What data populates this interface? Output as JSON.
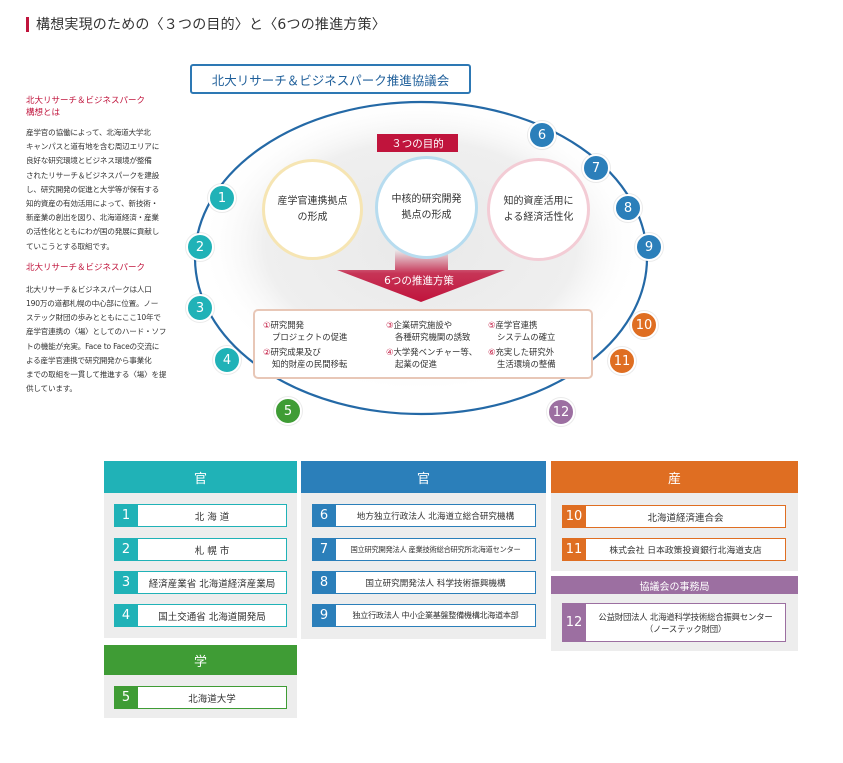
{
  "title": "構想実現のための〈３つの目的〉と〈6つの推進方策〉",
  "sidebar": {
    "heading1_line1": "北大リサーチ＆ビジネスパーク",
    "heading1_line2": "構想とは",
    "para1": [
      "産学官の協働によって、北海道大学北",
      "キャンパスと道有地を含む周辺エリアに",
      "良好な研究環境とビジネス環境が整備",
      "されたリサーチ＆ビジネスパークを建設",
      "し、研究開発の促進と大学等が保有する",
      "知的資産の有効活用によって、新技術・",
      "新産業の創出を図り、北海道経済・産業",
      "の活性化とともにわが国の発展に貢献し",
      "ていこうとする取組です。"
    ],
    "heading2": "北大リサーチ＆ビジネスパーク",
    "para2": [
      "北大リサーチ＆ビジネスパークは人口",
      "190万の道都札幌の中心部に位置。ノー",
      "ステック財団の歩みとともにここ10年で",
      "産学官連携の〈場〉としてのハード・ソフ",
      "トの機能が充実。Face to Faceの交流に",
      "よる産学官連携で研究開発から事業化",
      "までの取組を一貫して推進する〈場〉を提",
      "供しています。"
    ]
  },
  "diagram": {
    "council_label": "北大リサーチ＆ビジネスパーク推進協議会",
    "purpose_label": "３つの目的",
    "goals": [
      {
        "line1": "産学官連携拠点",
        "line2": "の形成"
      },
      {
        "line1": "中核的研究開発",
        "line2": "拠点の形成"
      },
      {
        "line1": "知的資産活用に",
        "line2": "よる経済活性化"
      }
    ],
    "measures_label": "6つの推進方策",
    "measures": [
      {
        "num": "①",
        "line1": "研究開発",
        "line2": "プロジェクトの促進"
      },
      {
        "num": "②",
        "line1": "研究成果及び",
        "line2": "知的財産の民間移転"
      },
      {
        "num": "③",
        "line1": "企業研究施設や",
        "line2": "各種研究機関の誘致"
      },
      {
        "num": "④",
        "line1": "大学発ベンチャー等、",
        "line2": "起業の促進"
      },
      {
        "num": "⑤",
        "line1": "産学官連携",
        "line2": "システムの確立"
      },
      {
        "num": "⑥",
        "line1": "充実した研究外",
        "line2": "生活環境の整備"
      }
    ],
    "circles": [
      "1",
      "2",
      "3",
      "4",
      "5",
      "6",
      "7",
      "8",
      "9",
      "10",
      "11",
      "12"
    ]
  },
  "panels": {
    "kan1": {
      "header": "官",
      "rows": [
        {
          "num": "1",
          "label": "北 海 道"
        },
        {
          "num": "2",
          "label": "札 幌 市"
        },
        {
          "num": "3",
          "label": "経済産業省 北海道経済産業局"
        },
        {
          "num": "4",
          "label": "国土交通省 北海道開発局"
        }
      ]
    },
    "gaku": {
      "header": "学",
      "rows": [
        {
          "num": "5",
          "label": "北海道大学"
        }
      ]
    },
    "kan2": {
      "header": "官",
      "rows": [
        {
          "num": "6",
          "label": "地方独立行政法人 北海道立総合研究機構"
        },
        {
          "num": "7",
          "label": "国立研究開発法人 産業技術総合研究所北海道センター"
        },
        {
          "num": "8",
          "label": "国立研究開発法人 科学技術振興機構"
        },
        {
          "num": "9",
          "label": "独立行政法人 中小企業基盤整備機構北海道本部"
        }
      ]
    },
    "san": {
      "header": "産",
      "rows": [
        {
          "num": "10",
          "label": "北海道経済連合会"
        },
        {
          "num": "11",
          "label": "株式会社 日本政策投資銀行北海道支店"
        }
      ]
    },
    "jimukyoku": {
      "header": "協議会の事務局",
      "rows": [
        {
          "num": "12",
          "line1": "公益財団法人 北海道科学技術総合振興センター",
          "line2": "（ノーステック財団）"
        }
      ]
    }
  },
  "colors": {
    "teal": "#20b2b7",
    "green": "#3f9c35",
    "blue": "#2b7fba",
    "orange": "#df6e22",
    "purple": "#9c6fa1",
    "red": "#c0143c"
  }
}
